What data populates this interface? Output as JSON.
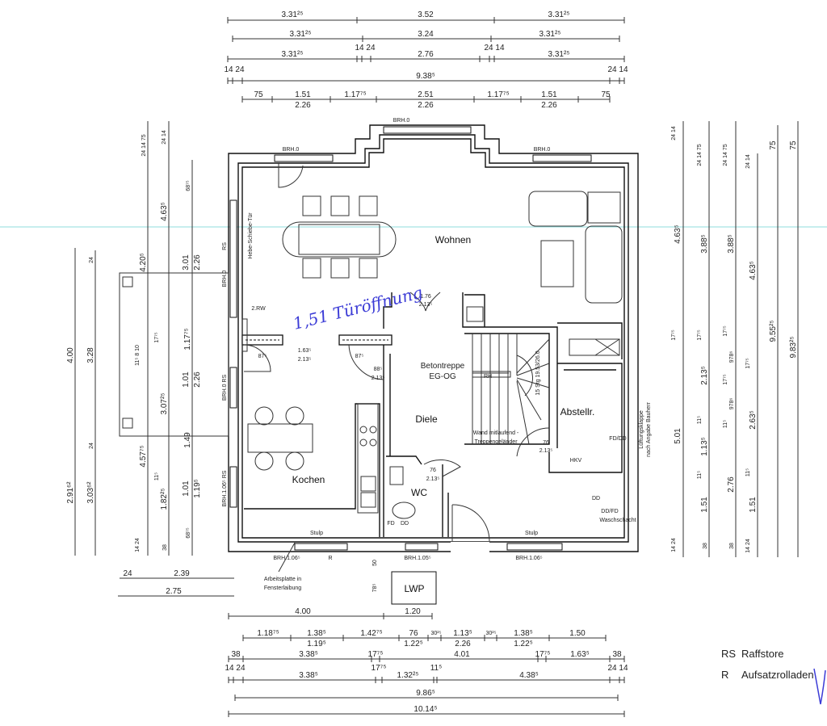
{
  "dimensions": {
    "top": {
      "r1": [
        "3.31²⁵",
        "3.52",
        "3.31²⁵"
      ],
      "r2": [
        "3.31²⁵",
        "3.24",
        "3.31²⁵",
        "14 24",
        "24 14"
      ],
      "r3": [
        "3.31²⁵",
        "2.76",
        "3.31²⁵",
        "14 24",
        "24 14"
      ],
      "r4": [
        "9.38⁵"
      ],
      "r5": [
        "75",
        "1.51",
        "2.26",
        "1.17⁷⁵",
        "2.51",
        "2.26",
        "1.17⁷⁵",
        "1.51",
        "2.26",
        "75"
      ]
    },
    "bottom": {
      "r0": [
        "4.00",
        "1.20"
      ],
      "r1": [
        "1.18⁷⁵",
        "1.38⁵",
        "1.19⁵",
        "1.42⁷⁵",
        "76",
        "1.22⁵",
        "30²⁵",
        "1.13⁵",
        "2.26",
        "30²⁵",
        "1.38⁵",
        "1.22⁵",
        "1.50"
      ],
      "r2": [
        "38",
        "3.38⁵",
        "17⁷⁵",
        "4.01",
        "17⁷⁵",
        "1.63⁵",
        "38"
      ],
      "r3": [
        "14 24",
        "17⁷⁵",
        "11⁵",
        "24 14",
        "3.38⁵",
        "1.32²⁵",
        "4.38⁵"
      ],
      "r4": [
        "9.86⁵"
      ],
      "r5": [
        "10.14⁵"
      ]
    },
    "left": {
      "c1": [
        "4.00",
        "2.91⁶²"
      ],
      "c2": [
        "3.28",
        "3.03⁶²",
        "24",
        "24"
      ],
      "c3": [
        "24 14 75",
        "4.20⁵",
        "11⁵ 8 10",
        "4.57⁷⁵",
        "14 24"
      ],
      "c4": [
        "24 14",
        "4.63⁵",
        "17⁷⁵",
        "3.07²⁵",
        "11⁵",
        "1.82²⁵",
        "38"
      ],
      "c5": [
        "68⁷⁵",
        "3.01",
        "2.26",
        "1.17⁷⁵",
        "1.01",
        "2.26",
        "1.49",
        "1.01",
        "1.19⁵",
        "68⁷⁵"
      ],
      "bottom": [
        "24",
        "2.39",
        "2.75"
      ]
    },
    "right": {
      "c1": [
        "24 14",
        "4.63⁵",
        "17⁷⁵",
        "5.01",
        "14 24"
      ],
      "c2": [
        "24 14 75",
        "3.88⁵",
        "17⁷⁵",
        "2.13⁵",
        "11⁵",
        "1.13⁵",
        "11⁵",
        "1.51",
        "38"
      ],
      "c3": [
        "24 14 75",
        "3.88⁵",
        "17⁷⁵",
        "978⁶",
        "17⁷⁵",
        "978⁶",
        "11⁵",
        "2.76",
        "38"
      ],
      "c4": [
        "24 14",
        "4.63⁵",
        "17⁷⁵",
        "2.63⁵",
        "11⁵",
        "1.51",
        "14 24"
      ],
      "c5": [
        "75",
        "9.55²⁵"
      ],
      "c6": [
        "75",
        "9.83²⁵"
      ]
    }
  },
  "rooms": {
    "wohnen": "Wohnen",
    "diele": "Diele",
    "kochen": "Kochen",
    "wc": "WC",
    "abstellr": "Abstellr.",
    "stairs": [
      "Betontreppe",
      "EG-OG"
    ],
    "stair_spec": "15 Stg 19.53/26.0",
    "rh": "RH"
  },
  "annotations": {
    "rw": "2.RW",
    "hst": "Hebe-Schiebe-Tür",
    "wall_note": [
      "Wand mitlaufend -",
      "Treppengeländer"
    ],
    "vent_note": [
      "Lüftungsklappe",
      "nach Angabe Bauherr"
    ],
    "shaft": [
      "DD/FD",
      "Waschschacht"
    ],
    "fd_dd": "FD/DD",
    "hkv": "HKV",
    "dd": "DD",
    "wc_fd": "FD",
    "wc_dd": "DD",
    "stulp": "Stulp",
    "brh0": "BRH.0",
    "rs": "RS",
    "brh_rs_1": "BRH.0  RS",
    "brh_rs_2": "BRH.1.06⁵  RS",
    "brh106": "BRH.1.06⁵",
    "brh105": "BRH.1.05⁵",
    "r": "R",
    "counter": [
      "Arbeitsplatte in",
      "Fensterlaibung"
    ],
    "lwp": "LWP",
    "lwp_dims": [
      "50",
      "78⁵"
    ],
    "doors": {
      "living": [
        "1.76",
        "2.13⁵"
      ],
      "kitchen_open": [
        "1.63⁵",
        "2.13⁵"
      ],
      "side_left": "87⁵",
      "side_right": "87⁵",
      "kitchen_door": [
        "88⁵",
        "2.13⁵"
      ],
      "store": [
        "76",
        "2.13⁵"
      ],
      "wc": [
        "76",
        "2.13⁵"
      ]
    },
    "handwritten": "1,51 Türöffnung"
  },
  "legend": [
    {
      "code": "RS",
      "label": "Raffstore"
    },
    {
      "code": "R",
      "label": "Aufsatzrolladen"
    }
  ],
  "colors": {
    "ink": "#111111",
    "handwriting": "#3b3bd6",
    "guide": "#7fd6d6"
  }
}
